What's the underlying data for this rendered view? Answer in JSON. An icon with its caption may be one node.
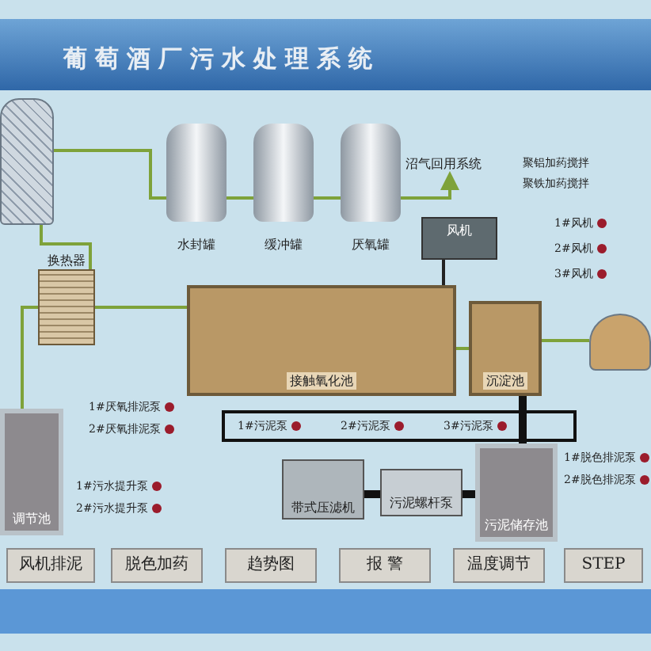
{
  "diagram": {
    "title": "葡萄酒厂污水处理系统",
    "nodes": [
      {
        "text": [],
        "shape": "cylinder"
      },
      {
        "text": [
          "水封罐"
        ]
      },
      {
        "text": [
          "缓冲罐"
        ]
      },
      {
        "text": [
          "厌氧罐"
        ]
      },
      {
        "text": [
          "沼气回用系统"
        ]
      },
      {
        "text": [
          "风机"
        ]
      },
      {
        "text": [
          "换热器"
        ]
      },
      {
        "text": [
          "接触氧化池"
        ]
      },
      {
        "text": [
          "沉淀池"
        ]
      },
      {
        "text": [],
        "shape": "box"
      },
      {
        "text": [
          "调节池"
        ]
      },
      {
        "text": [
          "带式压滤机"
        ]
      },
      {
        "text": [
          "污泥螺杆泵"
        ]
      },
      {
        "text": [
          "污泥储存池"
        ]
      }
    ],
    "edges": [
      {
        "from": 0,
        "to": 1,
        "arrow": "none"
      },
      {
        "from": 1,
        "to": 2,
        "arrow": "none"
      },
      {
        "from": 2,
        "to": 3,
        "arrow": "none"
      },
      {
        "from": 3,
        "to": 4,
        "arrow": "to"
      },
      {
        "from": 10,
        "to": 6,
        "arrow": "none"
      },
      {
        "from": 6,
        "to": 0,
        "arrow": "none"
      },
      {
        "from": 6,
        "to": 7,
        "arrow": "none"
      },
      {
        "from": 5,
        "to": 7,
        "arrow": "none",
        "color": "#222222"
      },
      {
        "from": 7,
        "to": 8,
        "arrow": "none"
      },
      {
        "from": 8,
        "to": 9,
        "arrow": "none"
      },
      {
        "from": 8,
        "to": 13,
        "arrow": "none",
        "style": "thick",
        "color": "#111111"
      },
      {
        "from": 13,
        "to": 12,
        "arrow": "none",
        "style": "thick",
        "color": "#111111"
      },
      {
        "from": 12,
        "to": 11,
        "arrow": "none",
        "style": "thick",
        "color": "#111111"
      }
    ],
    "labels": [
      "聚铝加药搅拌",
      "聚铁加药搅拌",
      "1#风机",
      "2#风机",
      "3#风机",
      "1#厌氧排泥泵",
      "2#厌氧排泥泵",
      "1#污泥泵",
      "2#污泥泵",
      "3#污泥泵",
      "1#脱色排泥泵",
      "2#脱色排泥泵",
      "1#污水提升泵",
      "2#污水提升泵",
      "风机排泥",
      "脱色加药",
      "趋势图",
      "报 警",
      "温度调节",
      "STEP"
    ]
  }
}
